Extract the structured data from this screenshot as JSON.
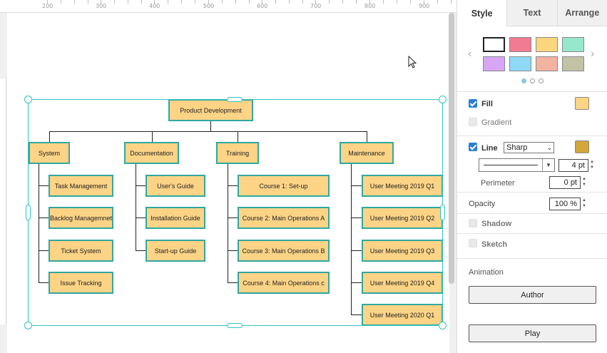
{
  "ruler": {
    "ticks": [
      "200",
      "300",
      "400",
      "500",
      "600",
      "700",
      "800",
      "900"
    ]
  },
  "diagram": {
    "root": "Product Development",
    "branches": [
      {
        "label": "System",
        "items": [
          "Task Management",
          "Backlog Managemnet",
          "Ticket System",
          "Issue Tracking"
        ]
      },
      {
        "label": "Documentation",
        "items": [
          "User's Guide",
          "Installation Guide",
          "Start-up Guide"
        ]
      },
      {
        "label": "Training",
        "items": [
          "Course 1: Set-up",
          "Course 2: Main Operations A",
          "Course 3: Main Operations B",
          "Course 4: Main Operations c"
        ]
      },
      {
        "label": "Maintenance",
        "items": [
          "User Meeting 2019 Q1",
          "User Meeting 2019 Q2",
          "User Meeting 2019 Q3",
          "User Meeting 2019 Q4",
          "User Meeting 2020 Q1"
        ]
      }
    ],
    "colors": {
      "node_fill": "#fdd486",
      "node_border": "#30a8a0",
      "selection": "#2fc2c2"
    }
  },
  "panel": {
    "tabs": {
      "style": "Style",
      "text": "Text",
      "arrange": "Arrange"
    },
    "swatch_colors": [
      "#ffffff",
      "#f27a92",
      "#fcd67f",
      "#96e8cc",
      "#d6a6f5",
      "#8fd9f7",
      "#f2b3a1",
      "#c4c2a6"
    ],
    "fill": {
      "label": "Fill",
      "checked": true,
      "color": "#fdd486"
    },
    "gradient": {
      "label": "Gradient",
      "checked": false
    },
    "line": {
      "label": "Line",
      "checked": true,
      "style": "Sharp",
      "color": "#d4a73a",
      "width": "4 pt"
    },
    "perimeter": {
      "label": "Perimeter",
      "value": "0 pt"
    },
    "opacity": {
      "label": "Opacity",
      "value": "100 %"
    },
    "shadow": {
      "label": "Shadow"
    },
    "sketch": {
      "label": "Sketch"
    },
    "animation": {
      "label": "Animation"
    },
    "buttons": {
      "author": "Author",
      "play": "Play"
    }
  }
}
